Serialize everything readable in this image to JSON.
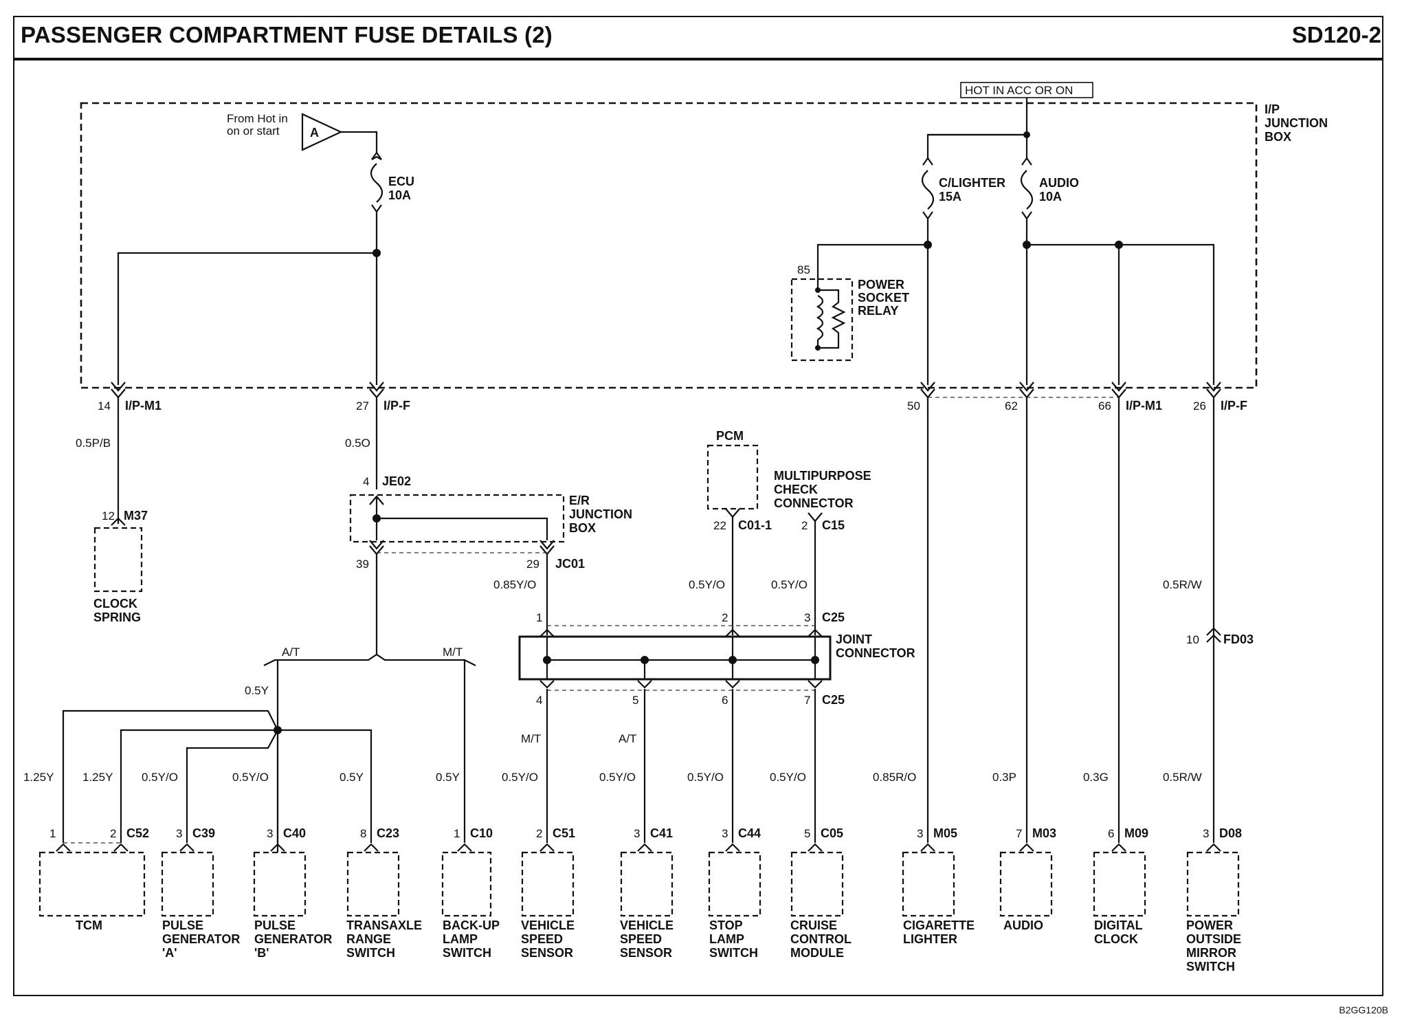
{
  "header": {
    "title": "PASSENGER COMPARTMENT FUSE DETAILS (2)",
    "code": "SD120-2"
  },
  "footer": {
    "code": "B2GG120B"
  },
  "hot_in_label": "HOT IN ACC OR ON",
  "ip_junction_box": {
    "line1": "I/P",
    "line2": "JUNCTION",
    "line3": "BOX"
  },
  "from_hot": {
    "line1": "From Hot in",
    "line2": "on or start",
    "letter": "A"
  },
  "fuses": {
    "ecu": {
      "name": "ECU",
      "rating": "10A"
    },
    "clighter": {
      "name": "C/LIGHTER",
      "rating": "15A"
    },
    "audio": {
      "name": "AUDIO",
      "rating": "10A"
    }
  },
  "relay": {
    "pin": "85",
    "line1": "POWER",
    "line2": "SOCKET",
    "line3": "RELAY"
  },
  "ip_pins": {
    "p14": "14",
    "c14": "I/P-M1",
    "p27": "27",
    "c27": "I/P-F",
    "p50": "50",
    "p62": "62",
    "p66": "66",
    "c66": "I/P-M1",
    "p26": "26",
    "c26": "I/P-F"
  },
  "wires": {
    "w_clock": "0.5P/B",
    "w_jb": "0.5O",
    "w_jc01": "0.85Y/O",
    "w_c01": "0.5Y/O",
    "w_c15": "0.5Y/O",
    "w_mirror_top": "0.5R/W",
    "w_at": "0.5Y",
    "w_tcm1": "1.25Y",
    "w_tcm2": "1.25Y",
    "w_c39": "0.5Y/O",
    "w_c40": "0.5Y/O",
    "w_c23": "0.5Y",
    "w_c10": "0.5Y",
    "w_c51": "0.5Y/O",
    "w_c41": "0.5Y/O",
    "w_c44": "0.5Y/O",
    "w_c05": "0.5Y/O",
    "w_m05": "0.85R/O",
    "w_m03": "0.3P",
    "w_m09": "0.3G",
    "w_d08": "0.5R/W"
  },
  "clock_spring": {
    "pin": "12",
    "conn": "M37",
    "line1": "CLOCK",
    "line2": "SPRING"
  },
  "je02": {
    "pin": "4",
    "conn": "JE02"
  },
  "er_box": {
    "line1": "E/R",
    "line2": "JUNCTION",
    "line3": "BOX"
  },
  "er_pins": {
    "p39": "39",
    "p29": "29",
    "c29": "JC01"
  },
  "pcm": {
    "name": "PCM",
    "pin": "22",
    "conn": "C01-1"
  },
  "mcc": {
    "line1": "MULTIPURPOSE",
    "line2": "CHECK",
    "line3": "CONNECTOR",
    "pin": "2",
    "conn": "C15"
  },
  "joint": {
    "line1": "JOINT",
    "line2": "CONNECTOR",
    "top_pins": [
      "1",
      "2",
      "3"
    ],
    "top_conn": "C25",
    "bottom_pins": [
      "4",
      "5",
      "6",
      "7"
    ],
    "bottom_conn": "C25",
    "label_mt": "M/T",
    "label_at": "A/T"
  },
  "branch": {
    "at": "A/T",
    "mt": "M/T"
  },
  "fd03": {
    "pin": "10",
    "conn": "FD03"
  },
  "components": [
    {
      "id": "tcm",
      "pin": "2",
      "pin1": "1",
      "conn": "C52",
      "lines": [
        "TCM"
      ]
    },
    {
      "id": "pga",
      "pin": "3",
      "conn": "C39",
      "lines": [
        "PULSE",
        "GENERATOR",
        "'A'"
      ]
    },
    {
      "id": "pgb",
      "pin": "3",
      "conn": "C40",
      "lines": [
        "PULSE",
        "GENERATOR",
        "'B'"
      ]
    },
    {
      "id": "trs",
      "pin": "8",
      "conn": "C23",
      "lines": [
        "TRANSAXLE",
        "RANGE",
        "SWITCH"
      ]
    },
    {
      "id": "bls",
      "pin": "1",
      "conn": "C10",
      "lines": [
        "BACK-UP",
        "LAMP",
        "SWITCH"
      ]
    },
    {
      "id": "vss1",
      "pin": "2",
      "conn": "C51",
      "lines": [
        "VEHICLE",
        "SPEED",
        "SENSOR"
      ]
    },
    {
      "id": "vss2",
      "pin": "3",
      "conn": "C41",
      "lines": [
        "VEHICLE",
        "SPEED",
        "SENSOR"
      ]
    },
    {
      "id": "sls",
      "pin": "3",
      "conn": "C44",
      "lines": [
        "STOP",
        "LAMP",
        "SWITCH"
      ]
    },
    {
      "id": "ccm",
      "pin": "5",
      "conn": "C05",
      "lines": [
        "CRUISE",
        "CONTROL",
        "MODULE"
      ]
    },
    {
      "id": "cig",
      "pin": "3",
      "conn": "M05",
      "lines": [
        "CIGARETTE",
        "LIGHTER"
      ]
    },
    {
      "id": "aud",
      "pin": "7",
      "conn": "M03",
      "lines": [
        "AUDIO"
      ]
    },
    {
      "id": "dclk",
      "pin": "6",
      "conn": "M09",
      "lines": [
        "DIGITAL",
        "CLOCK"
      ]
    },
    {
      "id": "mirror",
      "pin": "3",
      "conn": "D08",
      "lines": [
        "POWER",
        "OUTSIDE",
        "MIRROR",
        "SWITCH"
      ]
    }
  ]
}
